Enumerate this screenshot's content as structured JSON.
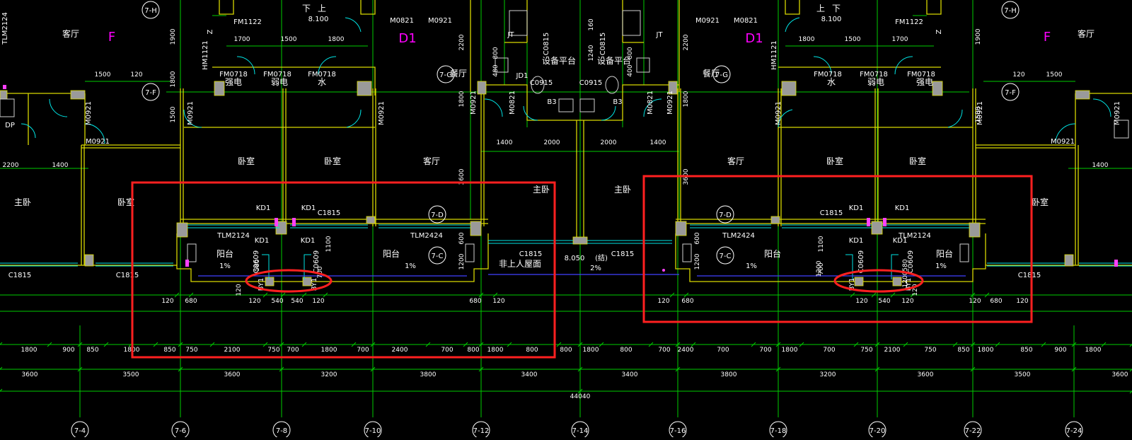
{
  "drawing": {
    "colors": {
      "background": "#000000",
      "dimension": "#00ff00",
      "wall": "#ffff00",
      "window": "#00ffff",
      "text": "#ffffff",
      "marker": "#ff0000",
      "accent": "#ff00ff",
      "hatch": "#808080"
    },
    "unit_labels": {
      "f_left": "F",
      "f_right": "F",
      "d1_left": "D1",
      "d1_right": "D1"
    },
    "axis_labels_top": [
      "7-H",
      "7-G",
      "7-F",
      "7-G",
      "7-F",
      "7-H"
    ],
    "axis_labels_mid": [
      "7-D",
      "7-C",
      "7-D",
      "7-C"
    ],
    "axis_labels_bottom": [
      "7-4",
      "7-6",
      "7-8",
      "7-10",
      "7-12",
      "7-14",
      "7-16",
      "7-18",
      "7-20",
      "7-22",
      "7-24"
    ],
    "room_labels": {
      "living_top_left": "客厅",
      "living_top_right": "客厅",
      "dining_left": "餐厅",
      "dining_right": "餐厅",
      "bedroom_a": "卧室",
      "bedroom_b": "卧室",
      "living_mid_left": "客厅",
      "master_bed_left": "主卧",
      "bedroom_c": "卧室",
      "master_mid": "主卧",
      "master_mid2": "主卧",
      "living_mid_right": "客厅",
      "bedroom_d": "卧室",
      "bedroom_e": "卧室",
      "bedroom_f": "卧室",
      "balcony_1": "阳台",
      "balcony_2": "阳台",
      "balcony_3": "阳台",
      "balcony_4": "阳台",
      "equipment_1": "设备平台",
      "equipment_2": "设备平台",
      "roof_note": "非上人屋面",
      "up": "上",
      "down": "下",
      "up_r": "上",
      "down_r": "下",
      "strong_1": "强电",
      "weak_1": "弱电",
      "water_1": "水",
      "strong_2": "强电",
      "weak_2": "弱电",
      "water_2": "水"
    },
    "door_window_tags": {
      "fm1122_l": "FM1122",
      "fm1122_r": "FM1122",
      "m0821_l": "M0821",
      "m0921_l": "M0921",
      "m0921_r": "M0921",
      "m0821_r": "M0821",
      "fm0718_1": "FM0718",
      "fm0718_2": "FM0718",
      "fm0718_3": "FM0718",
      "fm0718_4": "FM0718",
      "fm0718_5": "FM0718",
      "fm0718_6": "FM0718",
      "m0921_v1": "M0921",
      "m0921_v2": "M0921",
      "m0921_v3": "M0921",
      "m0921_v4": "M0921",
      "m0821_v1": "M0821",
      "m0821_v2": "M0821",
      "m0921_v5": "M0921",
      "m0921_v6": "M0921",
      "m0921_h1": "M0921",
      "m0921_h2": "M0921",
      "m0921_h3": "M0921",
      "m0921_h4": "M0921",
      "c0915_l": "C0915",
      "c0915_r": "C0915",
      "c0815_l": "C0815",
      "c0815_r": "C0815",
      "tlm2124_l": "TLM2124",
      "tlm2424_l": "TLM2424",
      "tlm2424_r": "TLM2424",
      "tlm2124_r": "TLM2124",
      "tlm2124_top": "TLM2124",
      "c1815_1": "C1815",
      "c1815_2": "C1815",
      "c1815_3": "C1815",
      "c1815_4": "C1815",
      "c1815_5": "C1815",
      "c1815_6": "C1815",
      "c1815_7": "C1815",
      "kd1_1": "KD1",
      "kd1_2": "KD1",
      "kd1_3": "KD1",
      "kd1_4": "KD1",
      "kd1_5": "KD1",
      "kd1_6": "KD1",
      "kd1_7": "KD1",
      "kd1_8": "KD1",
      "by1_1": "BY1",
      "by1_2": "BY1",
      "by1_3": "BY1",
      "by1_4": "BY1",
      "c0609_1": "C0609",
      "c0609_2": "C0609",
      "c0609_3": "C0609",
      "c0609_4": "C0609",
      "hm1121_l": "HM1121",
      "hm1121_r": "HM1121",
      "dp_l": "DP",
      "jt_l": "JT",
      "jt_r": "JT",
      "b3_l": "B3",
      "b3_r": "B3",
      "jd_l": "JD1",
      "zl": "Z",
      "zr": "Z"
    },
    "elevations": {
      "e_8100_l": "8.100",
      "e_8100_r": "8.100",
      "e_8050": "8.050",
      "slope_1": "1%",
      "slope_2": "1%",
      "slope_3": "1%",
      "slope_4": "1%",
      "slope_5": "2%",
      "jie": "(结)"
    },
    "top_dims": {
      "d1700_l": "1700",
      "d1500_l": "1500",
      "d1800_l": "1800",
      "d1800_r": "1800",
      "d1500_r": "1500",
      "d1700_r": "1700",
      "d1500_far_l": "1500",
      "d120_far_l": "120",
      "d120_far_r": "120",
      "d1500_far_r": "1500",
      "v1900_l": "1900",
      "v1800_l": "1800",
      "v1500_l": "1500",
      "v2200_l": "2200",
      "v1800_l2": "1800",
      "v160": "160",
      "v1240": "1240",
      "v800": "800",
      "v480": "480",
      "v800b": "800",
      "v400": "400",
      "v2200_r": "2200",
      "v1800_r": "1800",
      "v1500_r": "1500",
      "v1900_r": "1900",
      "v3600_l": "3600",
      "v3600_r": "3600",
      "m1400_l": "1400",
      "m2000_l": "2000",
      "m2000_r": "2000",
      "m1400_r": "1400",
      "m2200_far_l": "2200",
      "m1400_far_l": "1400",
      "m1400_far_r": "1400",
      "v1100_l": "1100",
      "v1100_r": "1100",
      "v1200_l": "1200",
      "v1200_r": "1200",
      "v600_l": "600",
      "v600_r": "600",
      "v580_l": "580",
      "v580_r": "580",
      "v1200_l2": "1200",
      "v1200_r2": "1200",
      "v700_l": "700",
      "v700_r": "700",
      "v120_l": "120",
      "v120_r": "120"
    },
    "detail_dims": [
      "120",
      "680",
      "120",
      "540",
      "540",
      "120",
      "680",
      "120",
      "120",
      "680",
      "120",
      "540",
      "120",
      "120",
      "680",
      "120"
    ],
    "dim_row_1": [
      "1800",
      "900",
      "850",
      "1800",
      "850",
      "750",
      "2100",
      "750",
      "700",
      "1800",
      "700",
      "2400",
      "700",
      "800",
      "1800",
      "800",
      "800",
      "1800",
      "800",
      "700",
      "2400",
      "700",
      "700",
      "1800",
      "700",
      "750",
      "2100",
      "750",
      "850",
      "1800",
      "850",
      "900",
      "1800"
    ],
    "dim_row_2": [
      "3600",
      "3500",
      "3600",
      "3200",
      "3800",
      "3400",
      "3400",
      "3800",
      "3200",
      "3600",
      "3500",
      "3600"
    ],
    "overall_dim": "44040"
  }
}
